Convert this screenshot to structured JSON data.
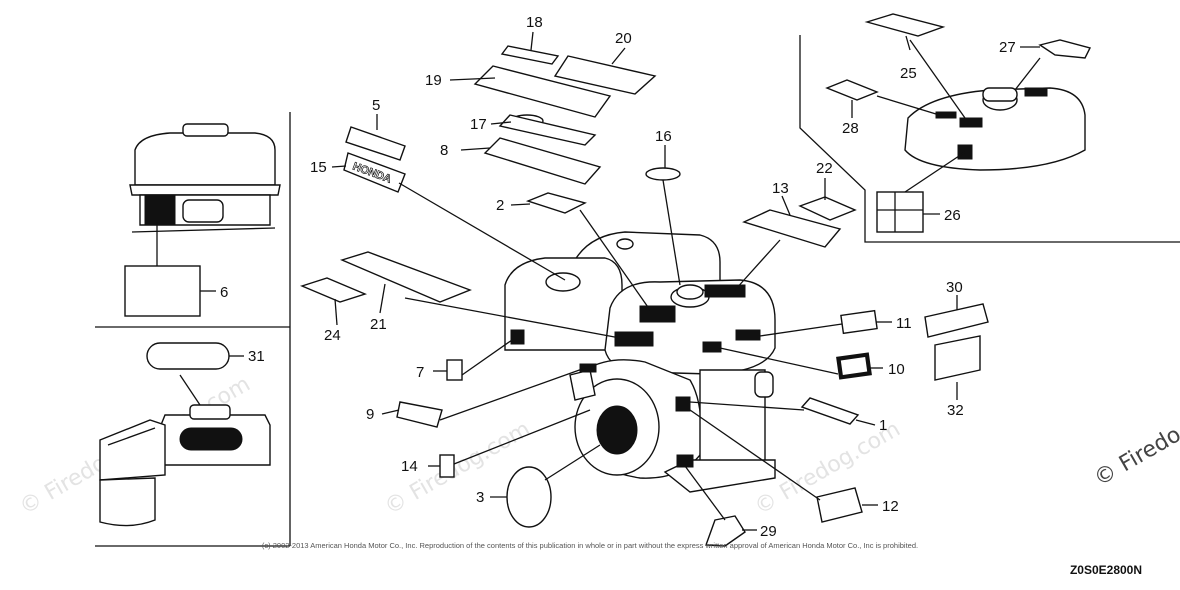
{
  "diagram": {
    "code": "Z0S0E2800N",
    "copyright": "(c) 2002-2013 American Honda Motor Co., Inc. Reproduction of the contents of this publication in whole or in part without the express written approval of American Honda Motor Co., Inc is prohibited.",
    "watermark": "© Firedog.com",
    "brand_mark": "© Firedo",
    "emblem_text": "HONDA",
    "callouts": [
      "1",
      "2",
      "3",
      "5",
      "6",
      "7",
      "8",
      "9",
      "10",
      "11",
      "12",
      "13",
      "14",
      "15",
      "16",
      "17",
      "18",
      "19",
      "20",
      "21",
      "22",
      "24",
      "25",
      "26",
      "27",
      "28",
      "29",
      "30",
      "31",
      "32"
    ]
  }
}
